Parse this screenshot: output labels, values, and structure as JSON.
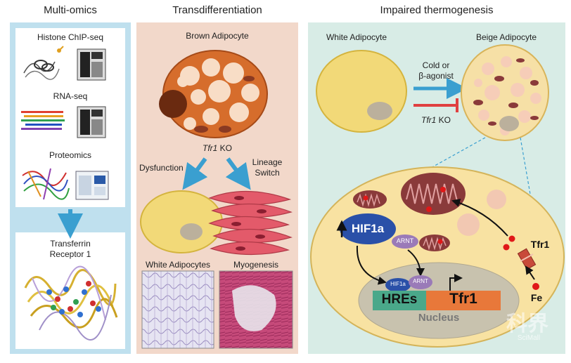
{
  "headings": {
    "multiomics": "Multi-omics",
    "transdiff": "Transdifferentiation",
    "thermo": "Impaired thermogenesis"
  },
  "multiomics": {
    "chip": "Histone ChIP-seq",
    "rna": "RNA-seq",
    "proteomics": "Proteomics",
    "receptor_line1": "Transferrin",
    "receptor_line2": "Receptor 1"
  },
  "transdiff": {
    "brown": "Brown Adipocyte",
    "ko_gene": "Tfr1",
    "ko_suffix": " KO",
    "dysfunction": "Dysfunction",
    "lineage_line1": "Lineage",
    "lineage_line2": "Switch",
    "white_adipocytes": "White Adipocytes",
    "myogenesis": "Myogenesis"
  },
  "thermo": {
    "white": "White Adipocyte",
    "beige": "Beige Adipocyte",
    "cold_line1": "Cold or",
    "cold_line2": "β-agonist",
    "ko_gene": "Tfr1",
    "ko_suffix": " KO",
    "hif1a": "HIF1a",
    "arnt": "ARNT",
    "hif1a_small": "HIF1a",
    "arnt_small": "ARNT",
    "hres": "HREs",
    "tfr1_gene": "Tfr1",
    "nucleus": "Nucleus",
    "tfr1_receptor": "Tfr1",
    "fe": "Fe"
  },
  "watermark": {
    "cn": "科界",
    "en": "SciMall"
  },
  "colors": {
    "panel1_bg": "#bfe0ee",
    "panel2_bg": "#f2d8ca",
    "panel3_bg": "#d8ece6",
    "arrow_blue": "#3a9fd0",
    "inhibit_red": "#e04040",
    "hif_blue": "#2a50a8",
    "arnt_purple": "#9a7ab8",
    "hre_green": "#4aa88a",
    "tfr1_orange": "#e8783a",
    "mito_red": "#8a3a3a",
    "fe_red": "#e01818"
  }
}
